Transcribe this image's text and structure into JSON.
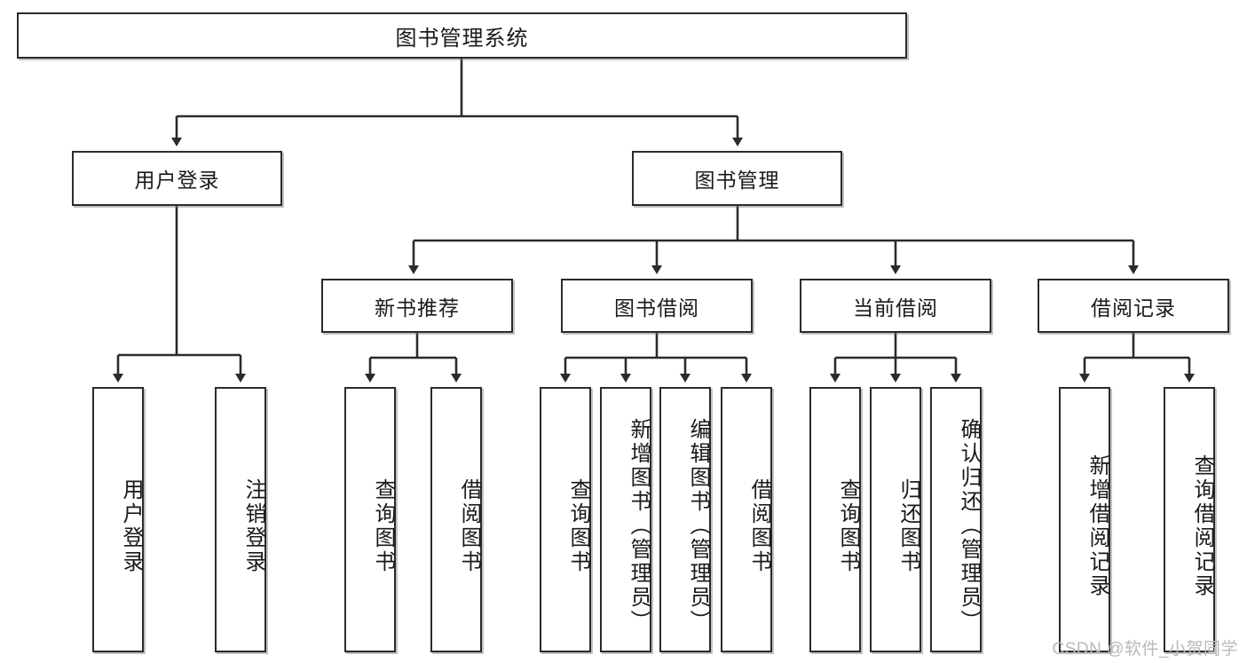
{
  "diagram": {
    "title": "图书管理系统",
    "type": "tree-hierarchy-diagram",
    "root": {
      "id": "root",
      "label": "图书管理系统"
    },
    "level2": [
      {
        "id": "user-login",
        "label": "用户登录"
      },
      {
        "id": "book-management",
        "label": "图书管理"
      }
    ],
    "level3": [
      {
        "id": "new-book-recommend",
        "label": "新书推荐"
      },
      {
        "id": "book-borrow",
        "label": "图书借阅"
      },
      {
        "id": "current-borrow",
        "label": "当前借阅"
      },
      {
        "id": "borrow-record",
        "label": "借阅记录"
      }
    ],
    "leaves": {
      "user_login": [
        {
          "id": "leaf-user-login",
          "label": "用户登录"
        },
        {
          "id": "leaf-user-logout",
          "label": "注销登录"
        }
      ],
      "new_book_recommend": [
        {
          "id": "leaf-query-book-1",
          "label": "查询图书"
        },
        {
          "id": "leaf-borrow-book-1",
          "label": "借阅图书"
        }
      ],
      "book_borrow": [
        {
          "id": "leaf-query-book-2",
          "label": "查询图书"
        },
        {
          "id": "leaf-add-book",
          "label": "新增图书（管理员）"
        },
        {
          "id": "leaf-edit-book",
          "label": "编辑图书（管理员）"
        },
        {
          "id": "leaf-borrow-book-2",
          "label": "借阅图书"
        }
      ],
      "current_borrow": [
        {
          "id": "leaf-query-book-3",
          "label": "查询图书"
        },
        {
          "id": "leaf-return-book",
          "label": "归还图书"
        },
        {
          "id": "leaf-confirm-return",
          "label": "确认归还（管理员）"
        }
      ],
      "borrow_record": [
        {
          "id": "leaf-add-record",
          "label": "新增借阅记录"
        },
        {
          "id": "leaf-query-record",
          "label": "查询借阅记录"
        }
      ]
    }
  },
  "watermark": {
    "text": "CSDN @软件_小贺同学"
  },
  "colors": {
    "border": "#2b2b2b",
    "text": "#1a1a1a",
    "background": "#ffffff",
    "watermark": "#b9b9b9"
  }
}
